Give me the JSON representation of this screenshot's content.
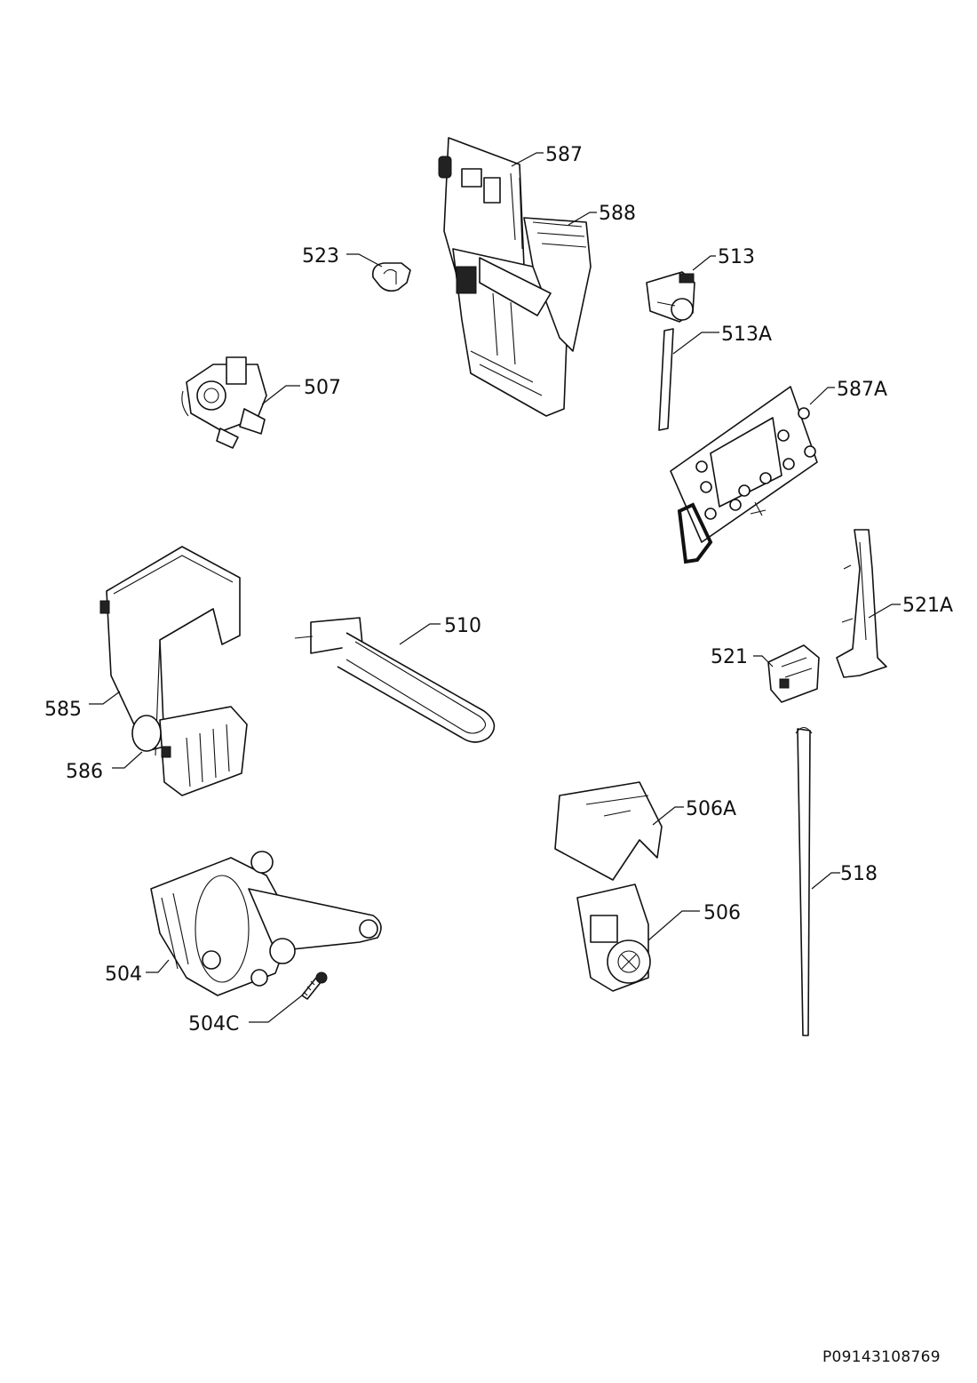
{
  "labels": {
    "p587": "587",
    "p588": "588",
    "p523": "523",
    "p513": "513",
    "p513A": "513A",
    "p507": "507",
    "p587A": "587A",
    "p521A": "521A",
    "p510": "510",
    "p521": "521",
    "p585": "585",
    "p586": "586",
    "p506A": "506A",
    "p518": "518",
    "p506": "506",
    "p504": "504",
    "p504C": "504C"
  },
  "reference_code": "P09143108769"
}
